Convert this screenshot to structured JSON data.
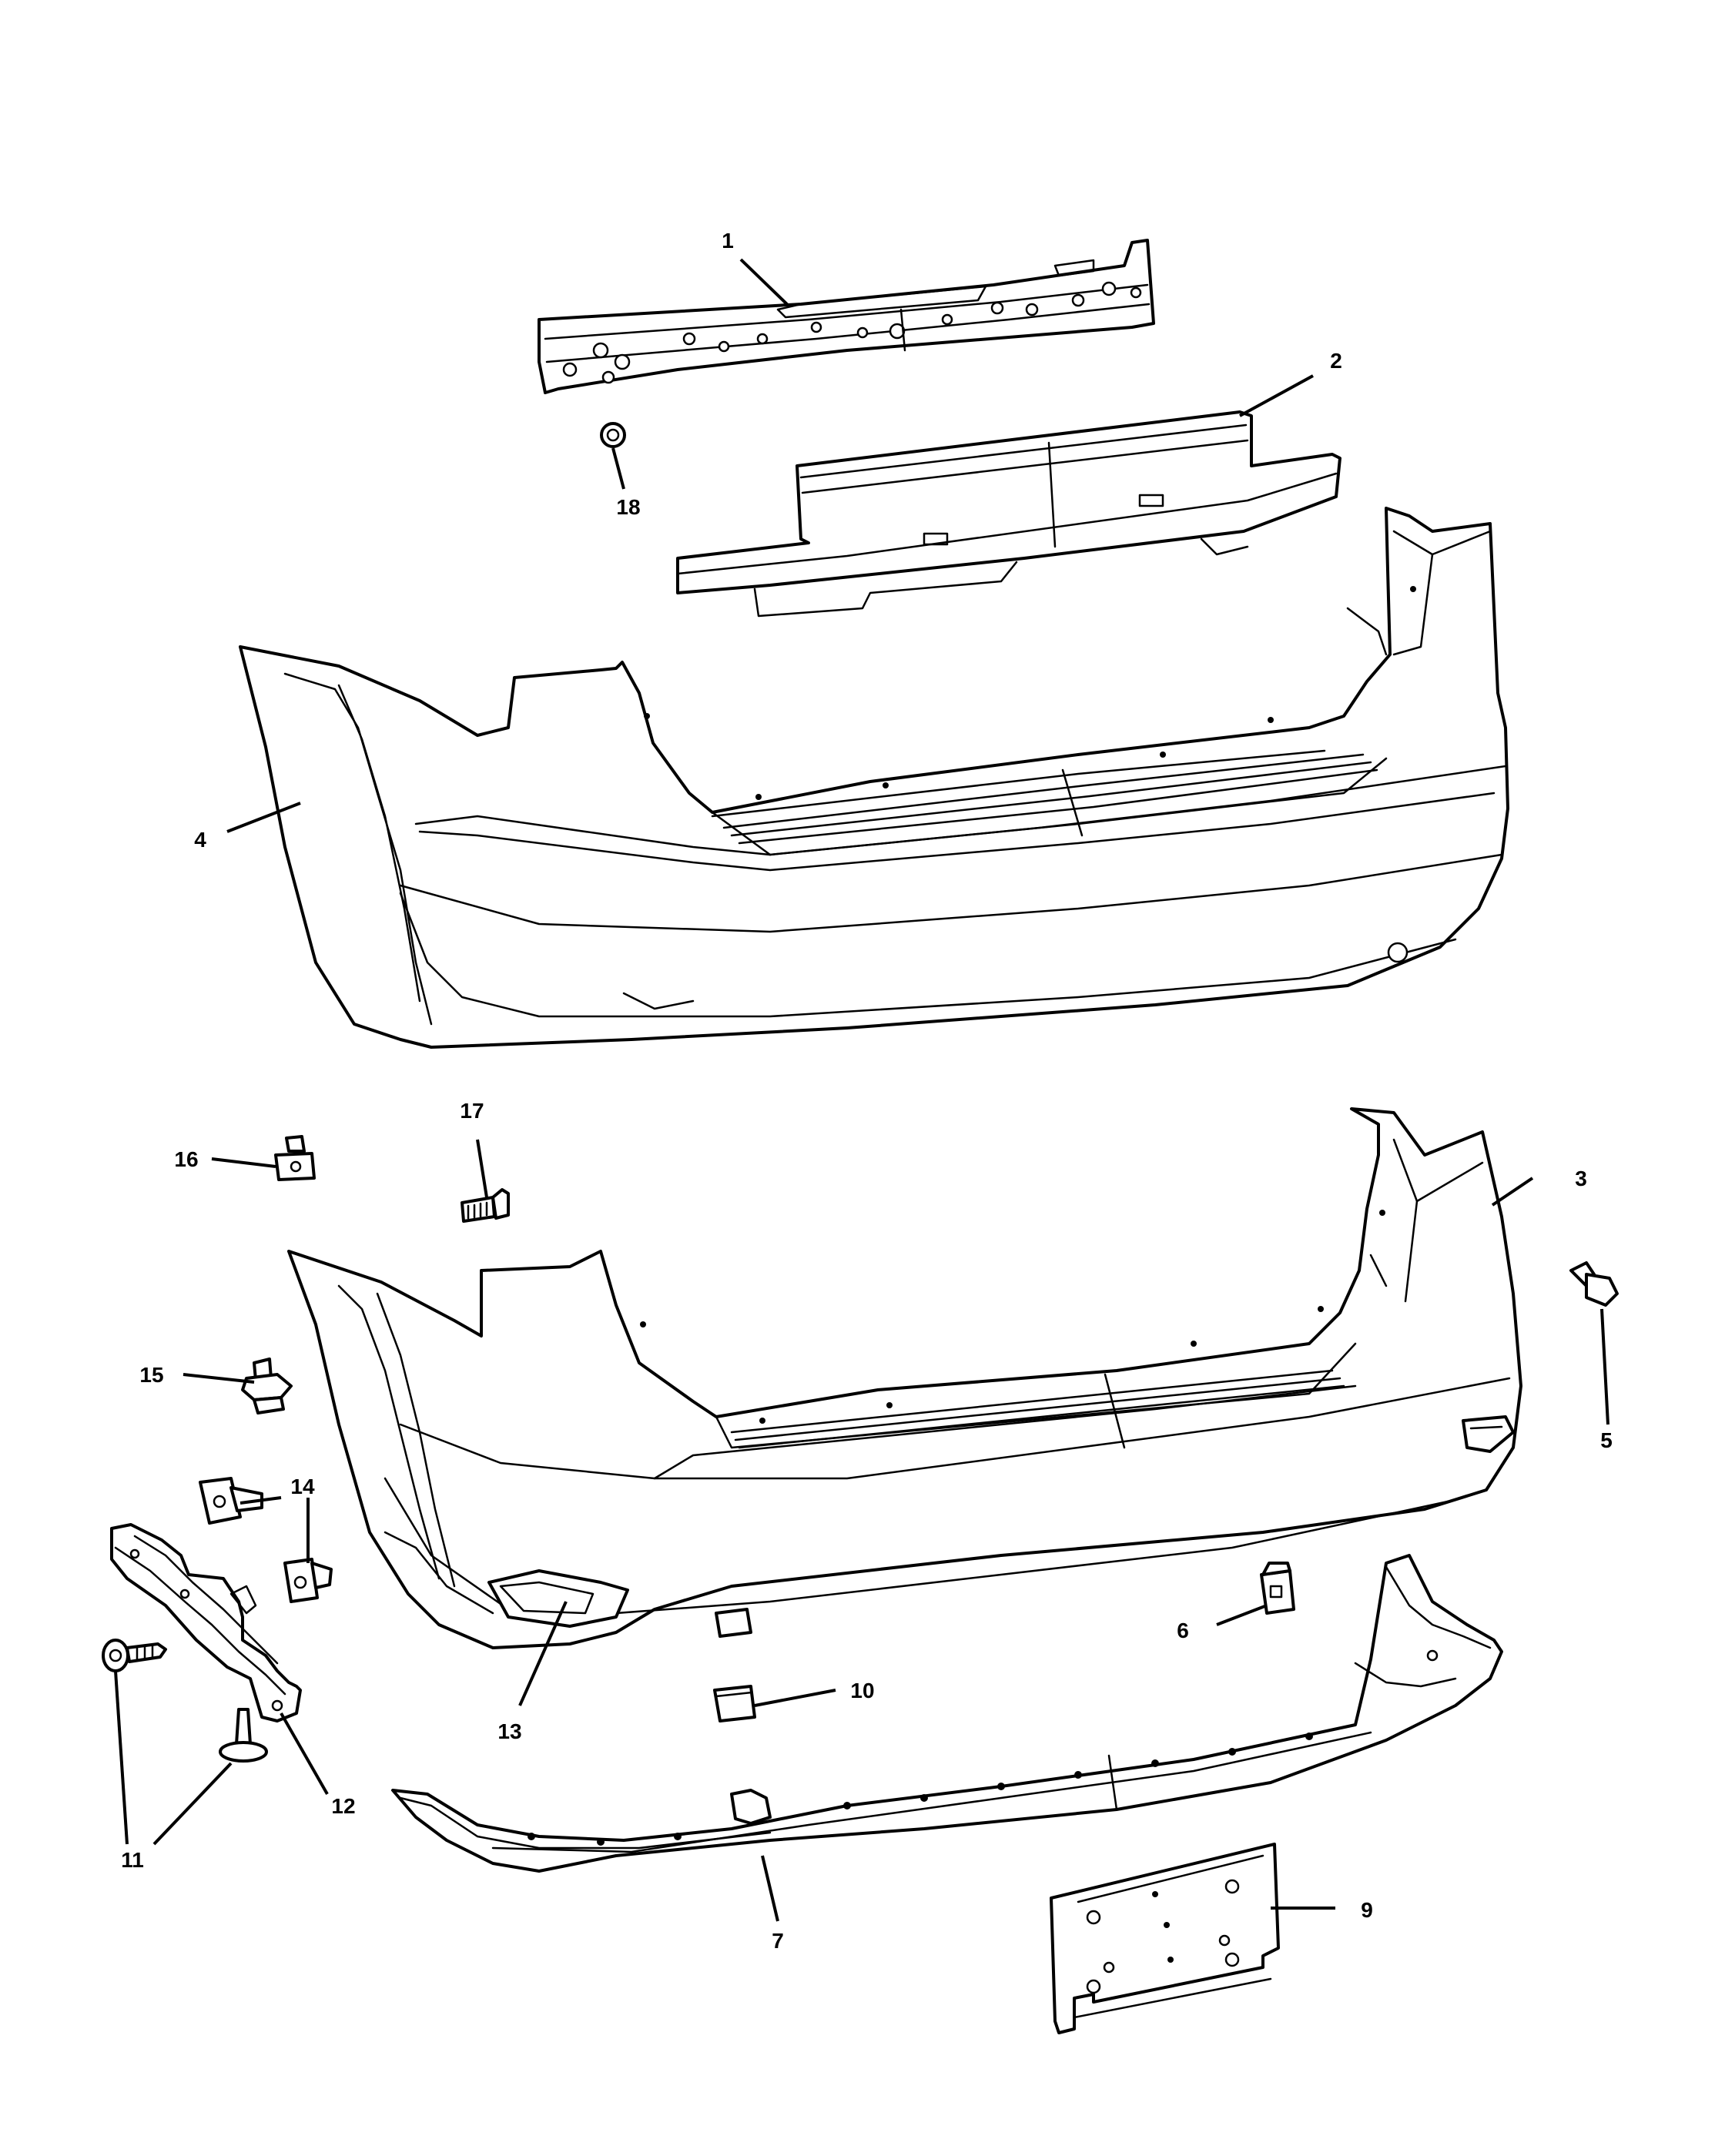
{
  "callouts": [
    {
      "id": "1",
      "label": "1"
    },
    {
      "id": "2",
      "label": "2"
    },
    {
      "id": "3",
      "label": "3"
    },
    {
      "id": "4",
      "label": "4"
    },
    {
      "id": "5",
      "label": "5"
    },
    {
      "id": "6",
      "label": "6"
    },
    {
      "id": "7",
      "label": "7"
    },
    {
      "id": "9",
      "label": "9"
    },
    {
      "id": "10",
      "label": "10"
    },
    {
      "id": "11",
      "label": "11"
    },
    {
      "id": "12",
      "label": "12"
    },
    {
      "id": "13",
      "label": "13"
    },
    {
      "id": "14",
      "label": "14"
    },
    {
      "id": "15",
      "label": "15"
    },
    {
      "id": "16",
      "label": "16"
    },
    {
      "id": "17",
      "label": "17"
    },
    {
      "id": "18",
      "label": "18"
    }
  ]
}
